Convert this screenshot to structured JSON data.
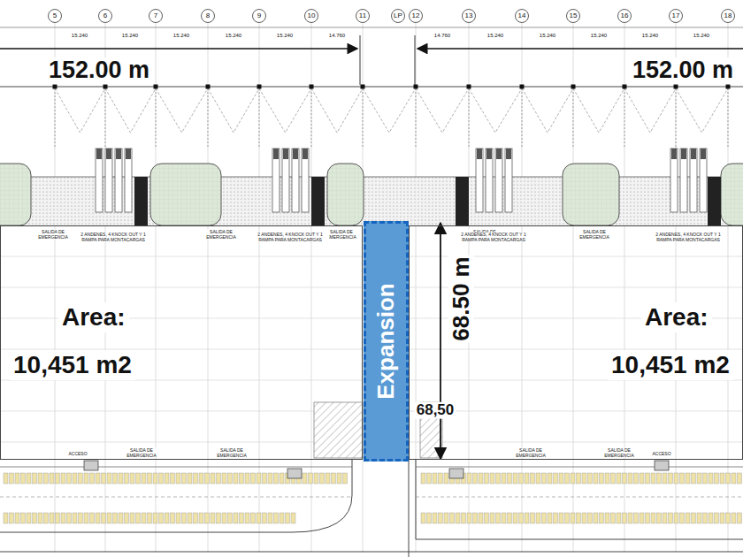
{
  "diagram": {
    "nodes": [
      {
        "text": [
          "Area:",
          "10,451 m2"
        ]
      },
      {
        "text": [
          "Expansion"
        ]
      },
      {
        "text": [
          "Area:",
          "10,451 m2"
        ]
      }
    ],
    "labels": [
      "152.00 m",
      "152.00 m",
      "68.50 m",
      "68,50",
      "5",
      "6",
      "7",
      "8",
      "9",
      "10",
      "11",
      "LP",
      "12",
      "13",
      "14",
      "15",
      "16",
      "17",
      "18",
      "15.240",
      "15.240",
      "15.240",
      "15.240",
      "15.240",
      "14.760",
      "14.760",
      "15.240",
      "15.240",
      "15.240",
      "15.240",
      "15.240",
      "SALIDA DE EMERGENCIA",
      "SALIDA DE EMERGENCIA",
      "SALIDA DE EMERGENCIA",
      "SALIDA DE EMERGENCIA",
      "SALIDA DE EMERGENCIA",
      "2 ANDENES, 4 KNOCK OUT Y 1 RAMPA PARA MONTACARGAS",
      "2 ANDENES, 4 KNOCK OUT Y 1 RAMPA PARA MONTACARGAS",
      "2 ANDENES, 4 KNOCK OUT Y 1 RAMPA PARA MONTACARGAS",
      "2 ANDENES, 4 KNOCK OUT Y 1 RAMPA PARA MONTACARGAS",
      "ACCESO",
      "ACCESO",
      "SALIDA DE EMERGENCIA",
      "SALIDA DE EMERGENCIA",
      "SALIDA DE EMERGENCIA",
      "SALIDA DE EMERGENCIA"
    ]
  }
}
